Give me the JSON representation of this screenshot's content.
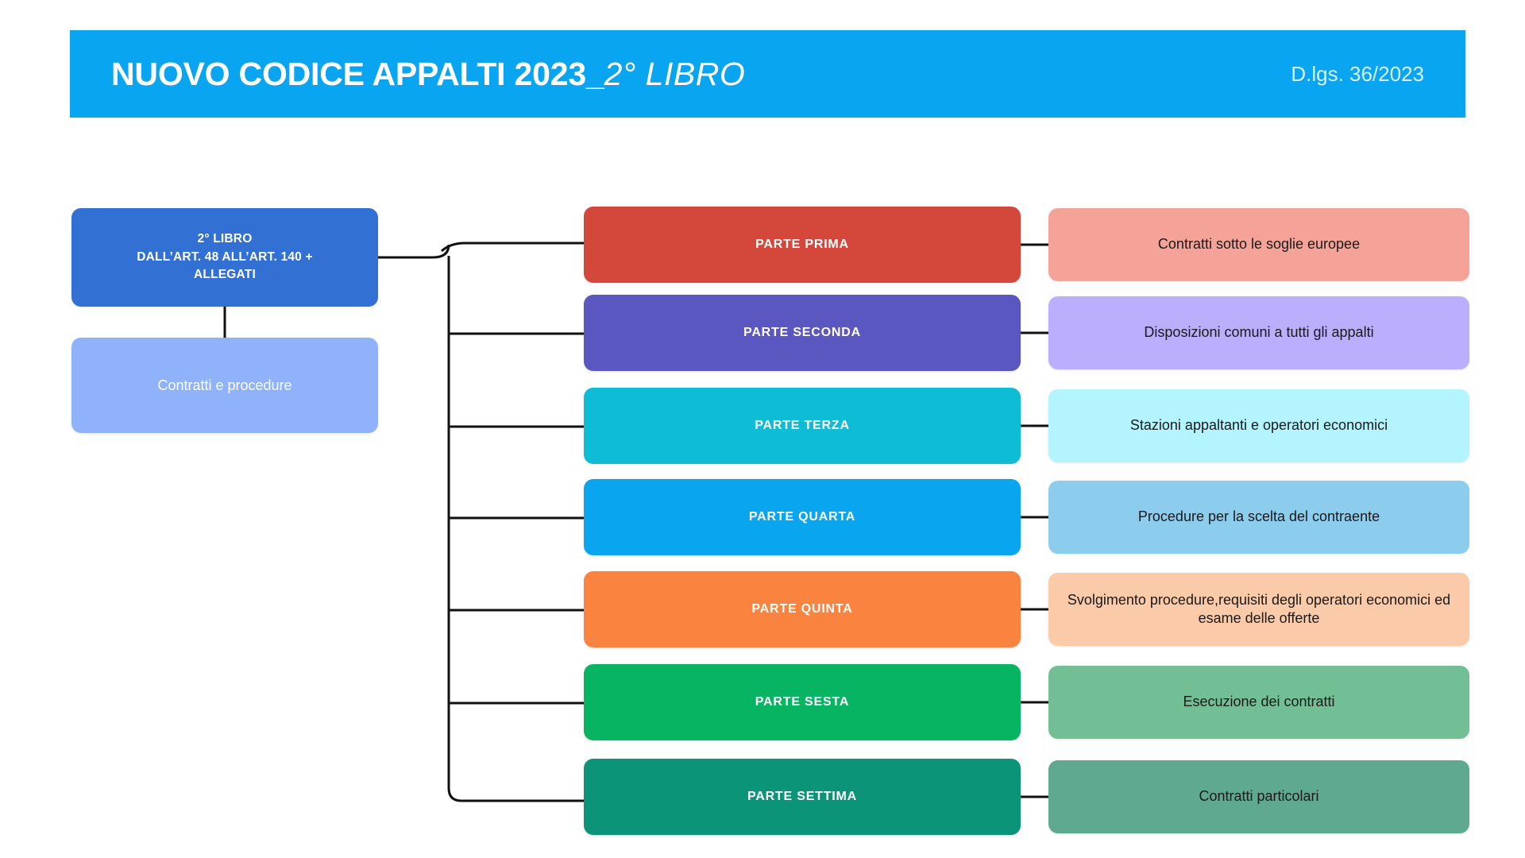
{
  "header": {
    "title_strong": "NUOVO CODICE APPALTI 2023_",
    "title_em": "2° LIBRO",
    "reference": "D.lgs. 36/2023",
    "bar_color": "#0aa5f0",
    "title_color": "#ffffff",
    "reference_color": "#d6f2ff"
  },
  "root": {
    "main": {
      "line1": "2° LIBRO",
      "line2": "DALL’ART. 48 ALL’ART. 140 +",
      "line3": "ALLEGATI",
      "color": "#3370d4"
    },
    "sub": {
      "label": "Contratti e procedure",
      "color": "#8fb2fb"
    }
  },
  "parts": [
    {
      "label": "PARTE PRIMA",
      "color": "#d4483b",
      "description": "Contratti sotto le soglie europee",
      "description_color": "#f5a399"
    },
    {
      "label": "PARTE SECONDA",
      "color": "#5b57c0",
      "description": "Disposizioni comuni a tutti gli appalti",
      "description_color": "#bbaefd"
    },
    {
      "label": "PARTE TERZA",
      "color": "#0fbcd6",
      "description": "Stazioni appaltanti e operatori economici",
      "description_color": "#b3f4fe"
    },
    {
      "label": "PARTE QUARTA",
      "color": "#0aa5ef",
      "description": "Procedure per la scelta del contraente",
      "description_color": "#8ccdee"
    },
    {
      "label": "PARTE QUINTA",
      "color": "#f9833f",
      "description": "Svolgimento procedure,requisiti degli operatori economici ed esame delle offerte",
      "description_color": "#fbcaa9"
    },
    {
      "label": "PARTE SESTA",
      "color": "#07b461",
      "description": "Esecuzione dei contratti",
      "description_color": "#72bf95"
    },
    {
      "label": "PARTE SETTIMA",
      "color": "#0c9479",
      "description": "Contratti particolari",
      "description_color": "#5fa991"
    }
  ],
  "connector": {
    "color": "#111111",
    "width": 3
  }
}
